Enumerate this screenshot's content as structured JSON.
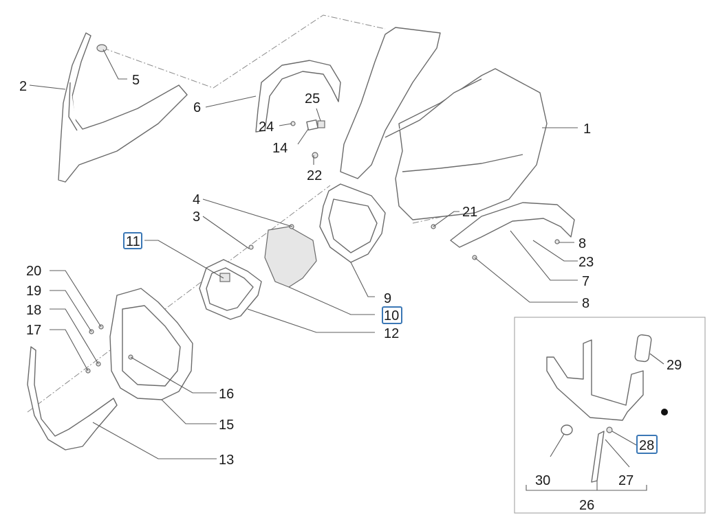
{
  "callouts": [
    {
      "id": "c1",
      "text": "1",
      "highlight": false
    },
    {
      "id": "c2",
      "text": "2",
      "highlight": false
    },
    {
      "id": "c3",
      "text": "3",
      "highlight": false
    },
    {
      "id": "c4",
      "text": "4",
      "highlight": false
    },
    {
      "id": "c5",
      "text": "5",
      "highlight": false
    },
    {
      "id": "c6",
      "text": "6",
      "highlight": false
    },
    {
      "id": "c7",
      "text": "7",
      "highlight": false
    },
    {
      "id": "c8a",
      "text": "8",
      "highlight": false
    },
    {
      "id": "c8b",
      "text": "8",
      "highlight": false
    },
    {
      "id": "c9",
      "text": "9",
      "highlight": false
    },
    {
      "id": "c10",
      "text": "10",
      "highlight": true
    },
    {
      "id": "c11",
      "text": "11",
      "highlight": true
    },
    {
      "id": "c12",
      "text": "12",
      "highlight": false
    },
    {
      "id": "c13",
      "text": "13",
      "highlight": false
    },
    {
      "id": "c14",
      "text": "14",
      "highlight": false
    },
    {
      "id": "c15",
      "text": "15",
      "highlight": false
    },
    {
      "id": "c16",
      "text": "16",
      "highlight": false
    },
    {
      "id": "c17",
      "text": "17",
      "highlight": false
    },
    {
      "id": "c18",
      "text": "18",
      "highlight": false
    },
    {
      "id": "c19",
      "text": "19",
      "highlight": false
    },
    {
      "id": "c20",
      "text": "20",
      "highlight": false
    },
    {
      "id": "c21",
      "text": "21",
      "highlight": false
    },
    {
      "id": "c22",
      "text": "22",
      "highlight": false
    },
    {
      "id": "c23",
      "text": "23",
      "highlight": false
    },
    {
      "id": "c24",
      "text": "24",
      "highlight": false
    },
    {
      "id": "c25",
      "text": "25",
      "highlight": false
    },
    {
      "id": "c26",
      "text": "26",
      "highlight": false
    },
    {
      "id": "c27",
      "text": "27",
      "highlight": false
    },
    {
      "id": "c28",
      "text": "28",
      "highlight": true
    },
    {
      "id": "c29",
      "text": "29",
      "highlight": false
    },
    {
      "id": "c30",
      "text": "30",
      "highlight": false
    }
  ],
  "colors": {
    "line": "#6a6a6a",
    "highlight": "#3a77b5",
    "text": "#1a1a1a"
  }
}
